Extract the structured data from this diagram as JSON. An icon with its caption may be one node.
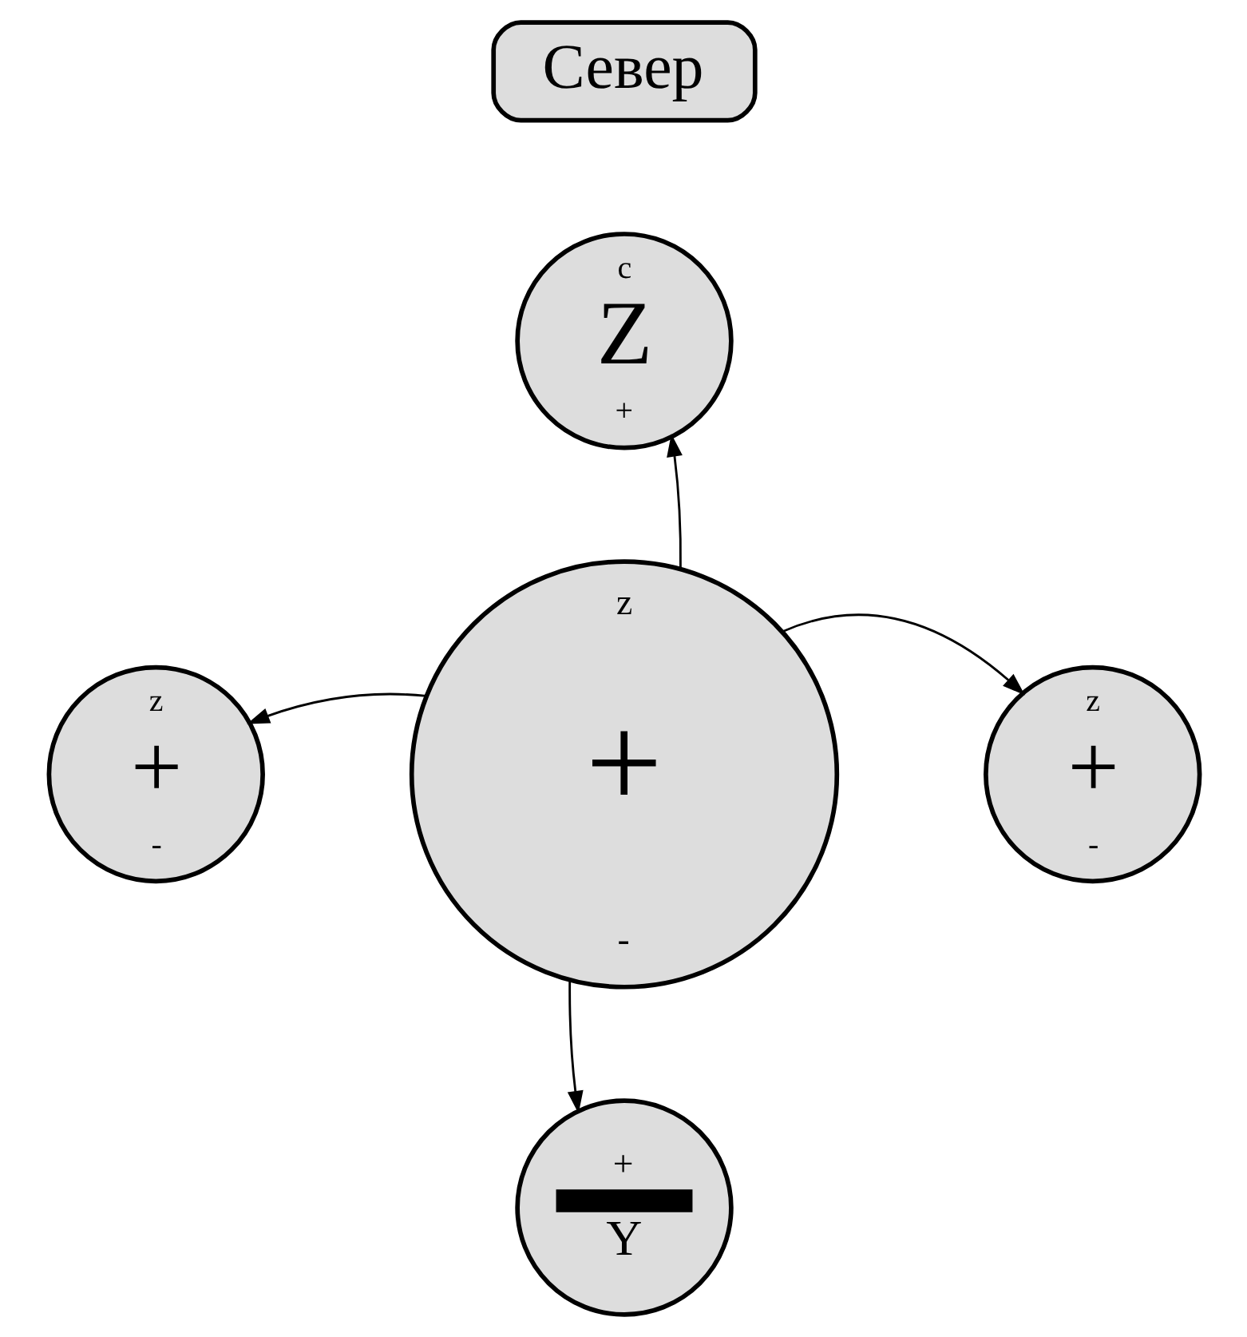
{
  "diagram": {
    "nodes": [
      {
        "text": [
          "Север"
        ]
      },
      {
        "text": [
          "с",
          "Z",
          "+"
        ]
      },
      {
        "text": [
          "z",
          "+",
          "-"
        ]
      },
      {
        "text": [
          "z",
          "+",
          "-"
        ]
      },
      {
        "text": [
          "z",
          "+",
          "-"
        ]
      },
      {
        "text": [
          "+",
          "Y"
        ]
      }
    ],
    "edges": [
      {
        "from": 3,
        "to": 1,
        "arrow": "to"
      },
      {
        "from": 3,
        "to": 2,
        "arrow": "to"
      },
      {
        "from": 3,
        "to": 4,
        "arrow": "to"
      },
      {
        "from": 3,
        "to": 5,
        "arrow": "to"
      }
    ]
  }
}
